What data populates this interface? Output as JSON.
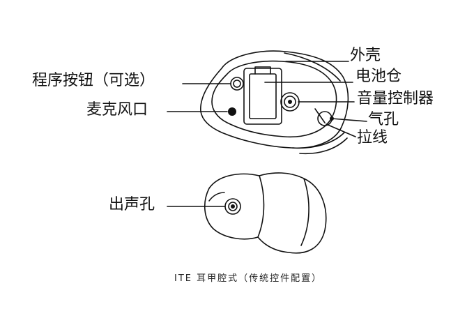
{
  "labels": {
    "shell": "外壳",
    "battery": "电池仓",
    "program_button": "程序按钮（可选）",
    "volume": "音量控制器",
    "mic": "麦克风口",
    "vent": "气孔",
    "pull_line": "拉线",
    "sound_outlet": "出声孔"
  },
  "caption": "ITE 耳甲腔式（传统控件配置）"
}
